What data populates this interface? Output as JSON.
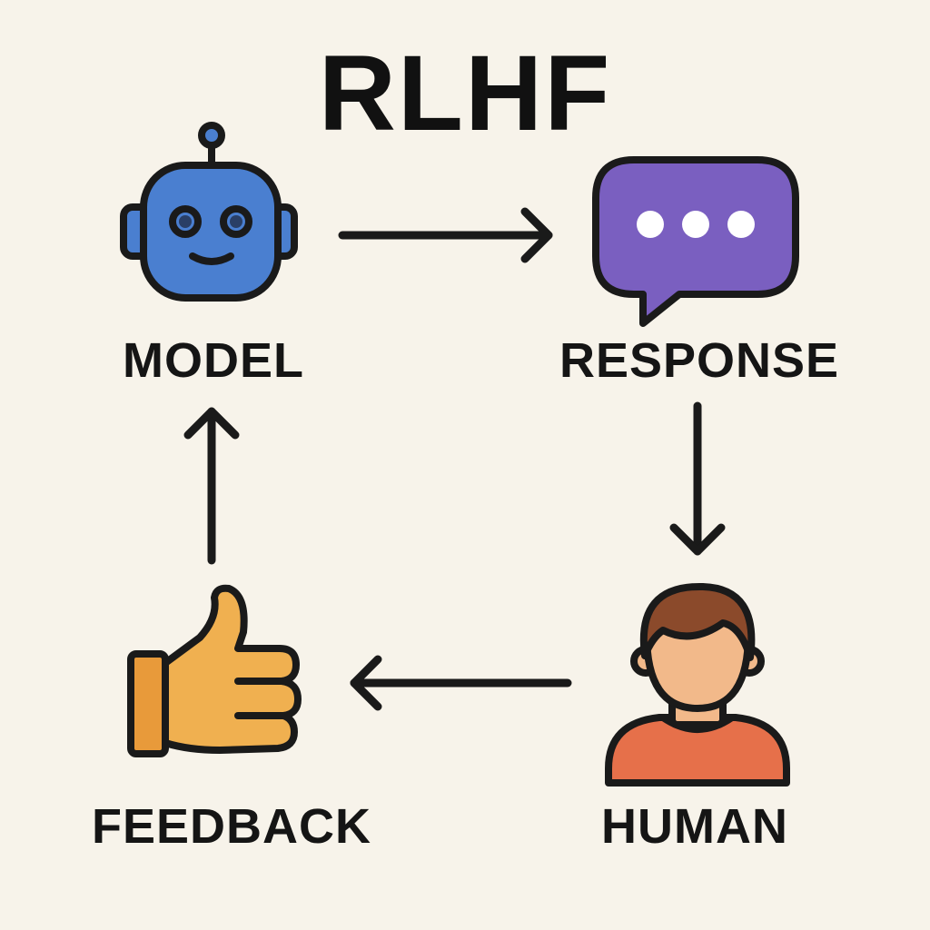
{
  "title": "RLHF",
  "nodes": {
    "model": {
      "label": "MODEL",
      "icon": "robot-icon",
      "color": "#4a7fd0"
    },
    "response": {
      "label": "RESPONSE",
      "icon": "chat-bubble-icon",
      "color": "#7a5fc0"
    },
    "human": {
      "label": "HUMAN",
      "icon": "person-icon",
      "color": "#e6704a"
    },
    "feedback": {
      "label": "FEEDBACK",
      "icon": "thumbs-up-icon",
      "color": "#f0b050"
    }
  },
  "flow": [
    {
      "from": "model",
      "to": "response"
    },
    {
      "from": "response",
      "to": "human"
    },
    {
      "from": "human",
      "to": "feedback"
    },
    {
      "from": "feedback",
      "to": "model"
    }
  ],
  "colors": {
    "background": "#f7f3ea",
    "outline": "#1a1a1a",
    "text": "#111111"
  }
}
